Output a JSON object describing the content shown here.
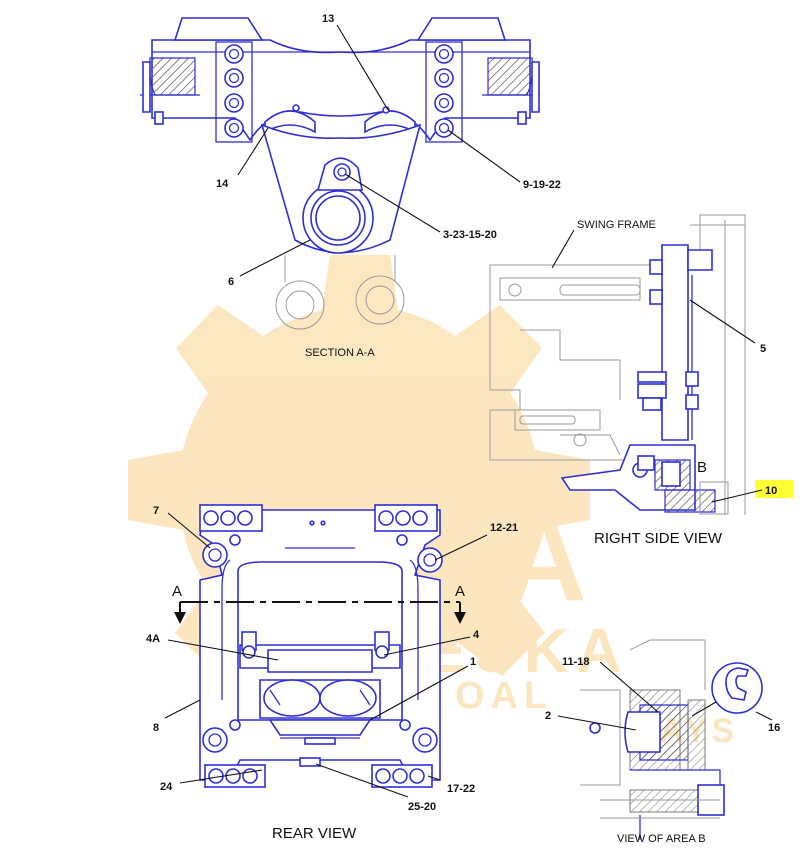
{
  "views": {
    "section_aa": "SECTION A-A",
    "right_side": "RIGHT SIDE VIEW",
    "rear": "REAR VIEW",
    "area_b": "VIEW OF AREA B"
  },
  "labels": {
    "swing_frame": "SWING FRAME",
    "section_a_left": "A",
    "section_a_right": "A",
    "area_b_marker": "B"
  },
  "callouts": {
    "c13": "13",
    "c14": "14",
    "c9_19_22": "9-19-22",
    "c3_23_15_20": "3-23-15-20",
    "c6": "6",
    "c5": "5",
    "c10": "10",
    "c7": "7",
    "c12_21": "12-21",
    "c4a": "4A",
    "c4": "4",
    "c1": "1",
    "c8": "8",
    "c24": "24",
    "c25_20": "25-20",
    "c17_22": "17-22",
    "c11_18": "11-18",
    "c2": "2",
    "c16": "16"
  },
  "highlight_color": "#ffff33",
  "line_color": "#2f2fd0",
  "watermark": {
    "big_text": "ESKA",
    "small_text": "ESKA",
    "sub_text": "OAL",
    "sub_text2": "WAYS",
    "color": "#f6c66a"
  }
}
